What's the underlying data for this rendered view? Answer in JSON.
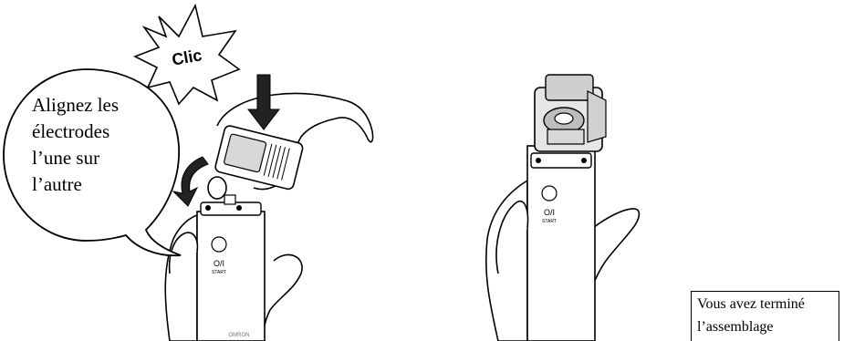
{
  "burst": {
    "text": "Clic"
  },
  "speech_bubble": {
    "text": "Alignez les\nélectrodes\nl’une sur\nl’autre"
  },
  "device_labels": {
    "button_symbol": "O/I",
    "button_caption": "START",
    "brand": "OMRON"
  },
  "note_box": {
    "text": "Vous avez terminé\nl’assemblage"
  },
  "colors": {
    "line": "#000000",
    "fill": "#ffffff",
    "shade": "#d8d8d8",
    "dark": "#222222"
  }
}
